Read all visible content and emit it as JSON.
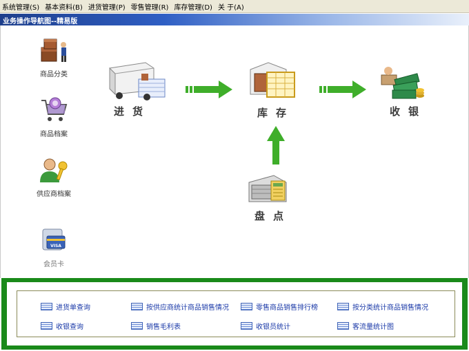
{
  "menu": [
    {
      "label": "系统管理(S)"
    },
    {
      "label": "基本资料(B)"
    },
    {
      "label": "进货管理(P)"
    },
    {
      "label": "零售管理(R)"
    },
    {
      "label": "库存管理(D)"
    },
    {
      "label": "关 于(A)"
    }
  ],
  "title": "业务操作导航图--精易版",
  "sidebar": {
    "category": "商品分类",
    "goods": "商品档案",
    "supplier": "供应商档案",
    "member": "会员卡"
  },
  "flow": {
    "purchase": "进货",
    "inventory": "库存",
    "cashier": "收银",
    "stocktake": "盘点"
  },
  "reports": [
    {
      "label": "进货单查询"
    },
    {
      "label": "按供应商统计商品销售情况"
    },
    {
      "label": "零售商品销售排行榜"
    },
    {
      "label": "按分类统计商品销售情况"
    },
    {
      "label": "收银查询"
    },
    {
      "label": "销售毛利表"
    },
    {
      "label": "收银员统计"
    },
    {
      "label": "客流量统计图"
    }
  ],
  "colors": {
    "accent_green": "#1a8a1a",
    "arrow_green": "#3fae2a",
    "title_blue": "#1e3f8c"
  }
}
